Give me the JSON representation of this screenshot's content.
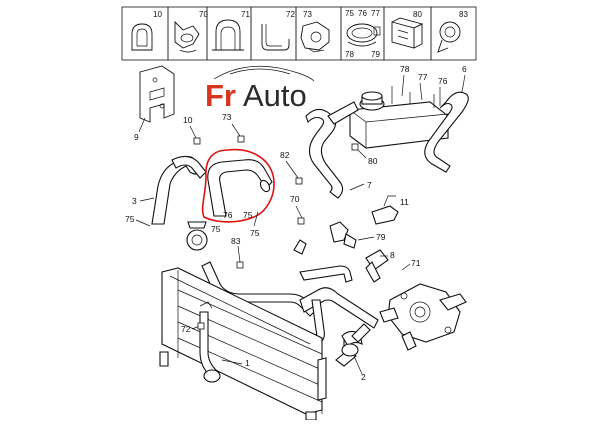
{
  "logo": {
    "text_primary": "Fr",
    "text_secondary": "Auto",
    "primary_color": "#d9341f",
    "secondary_color": "#2b2b2b"
  },
  "clip_strip": {
    "items": [
      {
        "numbers": [
          "10"
        ]
      },
      {
        "numbers": [
          "70"
        ]
      },
      {
        "numbers": [
          "71"
        ]
      },
      {
        "numbers": [
          "72"
        ]
      },
      {
        "numbers": [
          "73"
        ]
      },
      {
        "numbers": [
          "75",
          "76",
          "77",
          "78",
          "79"
        ]
      },
      {
        "numbers": [
          "80"
        ]
      },
      {
        "numbers": [
          "83"
        ]
      }
    ]
  },
  "callouts": {
    "c10": "10",
    "c73": "73",
    "c82": "82",
    "c80": "80",
    "c7": "7",
    "c3": "3",
    "c75a": "75",
    "c75b": "75",
    "c75c": "75",
    "c75d": "75",
    "c76": "76",
    "c83": "83",
    "c70": "70",
    "c11": "11",
    "c79": "79",
    "c8": "8",
    "c71": "71",
    "c72": "72",
    "c1": "1",
    "c2": "2",
    "c9": "9",
    "c78": "78",
    "c77": "77",
    "c76b": "76",
    "c6": "6"
  },
  "highlight_color": "#e01010"
}
